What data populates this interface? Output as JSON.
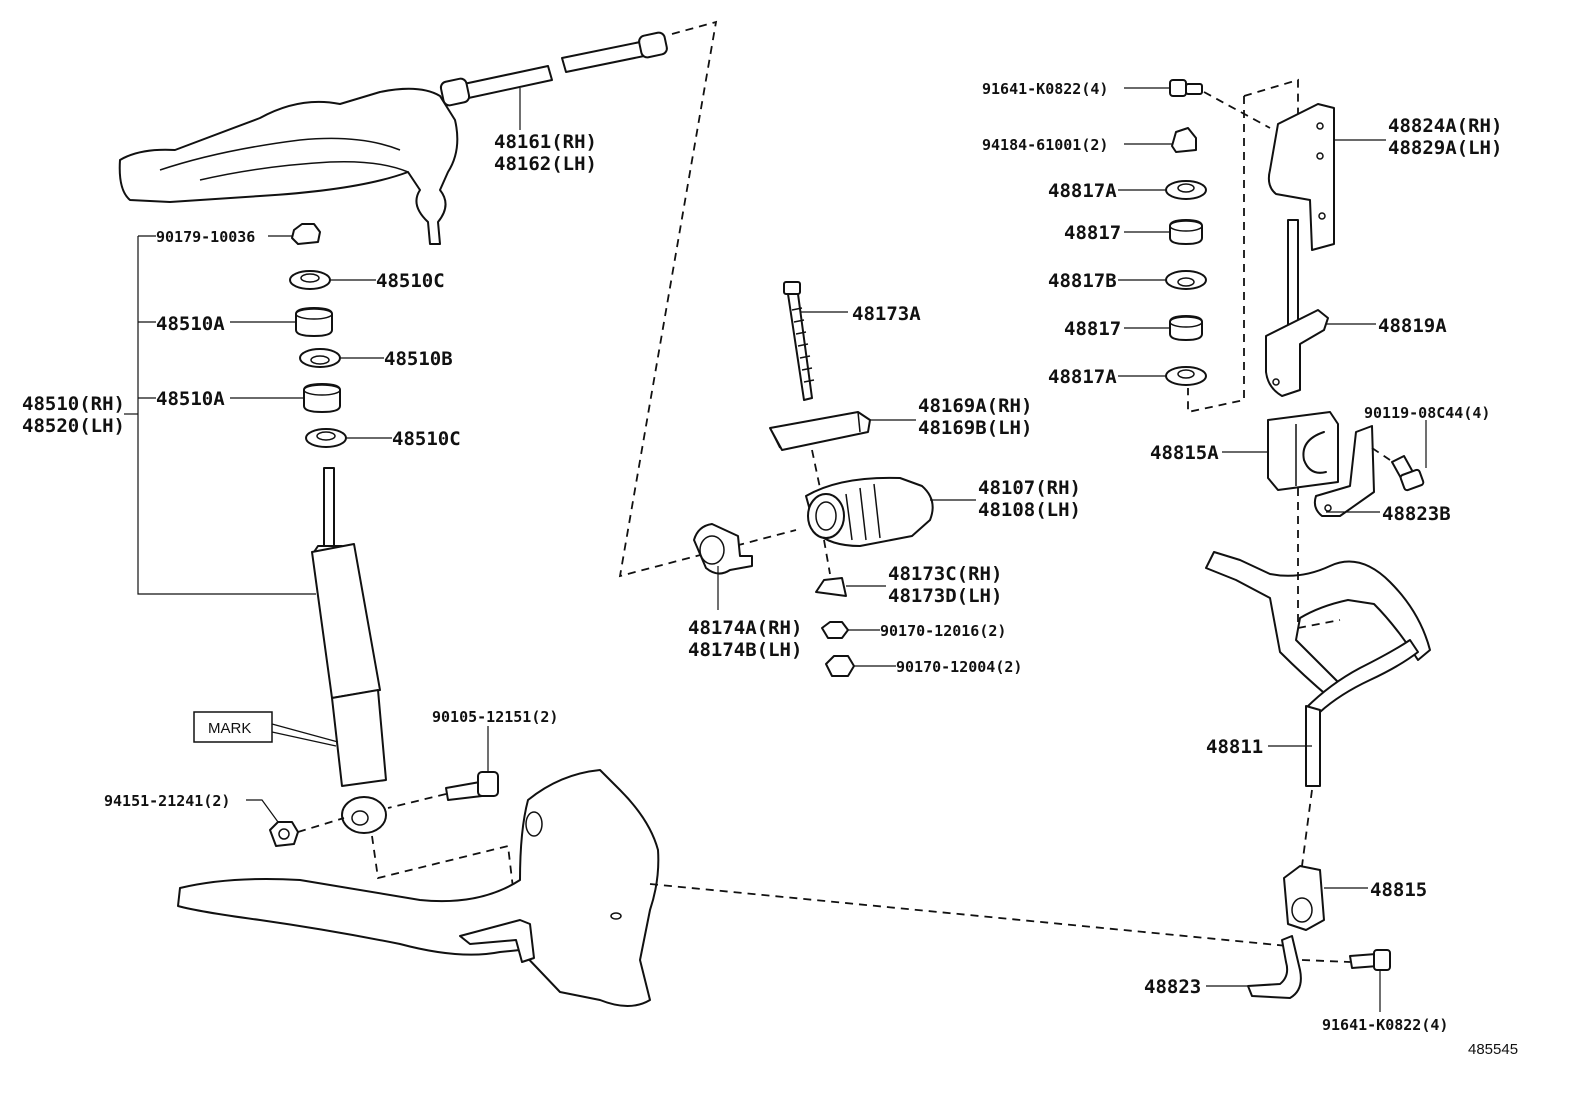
{
  "labels": {
    "p48161_rh": "48161(RH)",
    "p48162_lh": "48162(LH)",
    "p90179": "90179-10036",
    "p48510c_top": "48510C",
    "p48510a_top": "48510A",
    "p48510b": "48510B",
    "p48510a_bot": "48510A",
    "p48510c_bot": "48510C",
    "p48510_rh": "48510(RH)",
    "p48520_lh": "48520(LH)",
    "mark": "MARK",
    "p90105": "90105-12151(2)",
    "p94151": "94151-21241(2)",
    "p48173a": "48173A",
    "p48169a_rh": "48169A(RH)",
    "p48169b_lh": "48169B(LH)",
    "p48107_rh": "48107(RH)",
    "p48108_lh": "48108(LH)",
    "p48173c_rh": "48173C(RH)",
    "p48173d_lh": "48173D(LH)",
    "p48174a_rh": "48174A(RH)",
    "p48174b_lh": "48174B(LH)",
    "p90170_12016": "90170-12016(2)",
    "p90170_12004": "90170-12004(2)",
    "p91641_top": "91641-K0822(4)",
    "p94184": "94184-61001(2)",
    "p48817a_top": "48817A",
    "p48817_top": "48817",
    "p48817b": "48817B",
    "p48817_bot": "48817",
    "p48817a_bot": "48817A",
    "p48824a_rh": "48824A(RH)",
    "p48829a_lh": "48829A(LH)",
    "p48819a": "48819A",
    "p90119": "90119-08C44(4)",
    "p48815a": "48815A",
    "p48823b": "48823B",
    "p48811": "48811",
    "p48815": "48815",
    "p48823": "48823",
    "p91641_bot": "91641-K0822(4)",
    "diagram_id": "485545"
  }
}
